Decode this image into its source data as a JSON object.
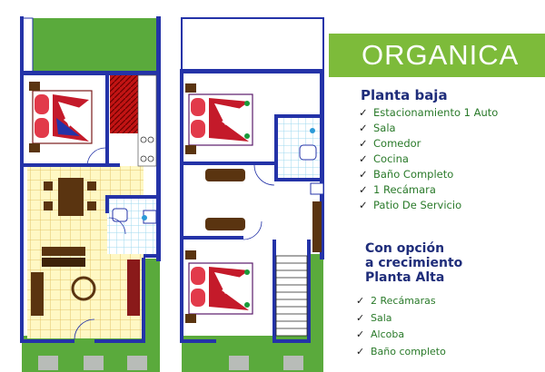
{
  "banner": {
    "title": "ORGANICA",
    "color": "#7dbb3a"
  },
  "planta_baja": {
    "heading": "Planta baja",
    "items": [
      "Estacionamiento 1 Auto",
      "Sala",
      "Comedor",
      "Cocina",
      "Baño Completo",
      "1 Recámara",
      "Patio De Servicio"
    ]
  },
  "planta_alta": {
    "heading_lines": [
      "Con opción",
      "a crecimiento",
      "Planta Alta"
    ],
    "items": [
      "2 Recámaras",
      "Sala",
      "Alcoba",
      "Baño completo"
    ]
  },
  "colors": {
    "wall": "#2433a8",
    "lawn": "#5aaa3c",
    "floor_tile": "#fff8c4",
    "furniture": "#5a3410",
    "bedding": "#e23a4a",
    "kitchen": "#b01010",
    "paver": "#b8bcb8",
    "check": "#1a1a1a",
    "list_text": "#2a7a2a",
    "heading_text": "#1f2d7a"
  },
  "icons": {
    "checkmark": "check-icon"
  }
}
